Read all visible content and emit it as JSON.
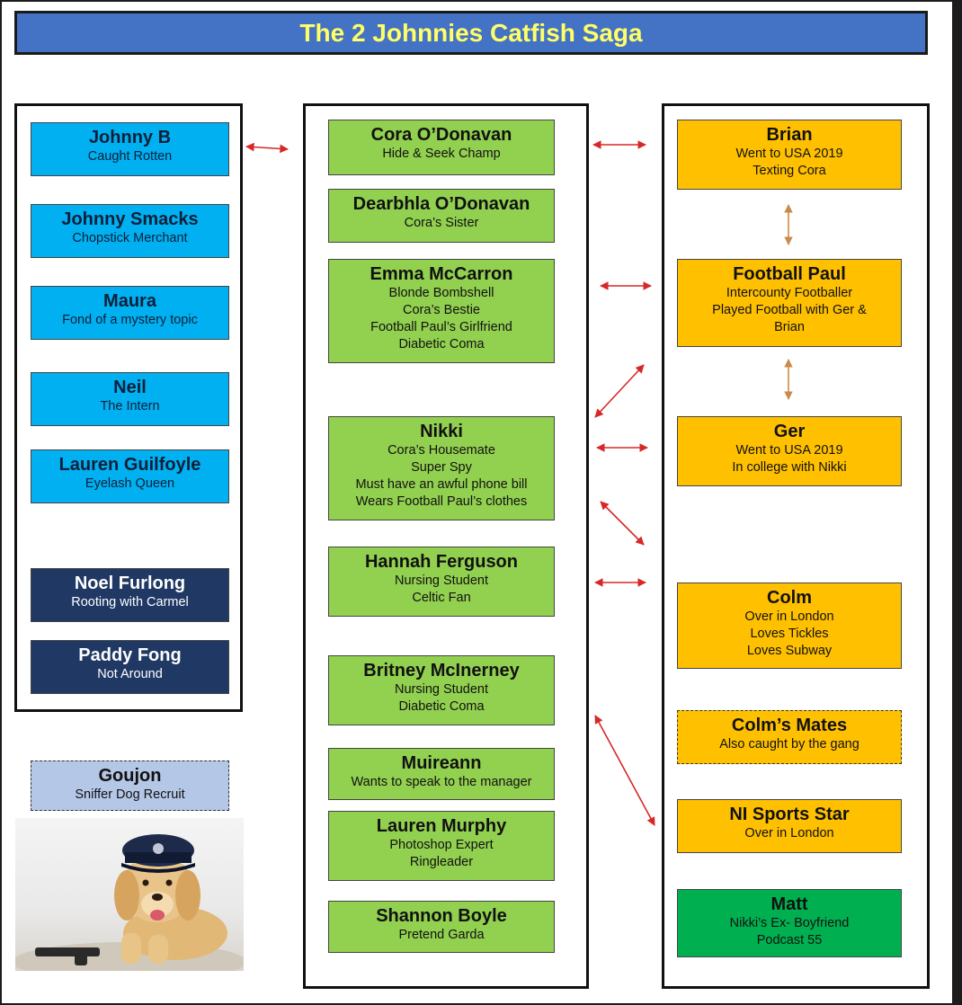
{
  "title": "The 2 Johnnies Catfish Saga",
  "left_boxes": [
    {
      "name": "Johnny B",
      "desc": [
        "Caught Rotten"
      ],
      "style": "blue"
    },
    {
      "name": "Johnny Smacks",
      "desc": [
        "Chopstick Merchant"
      ],
      "style": "blue"
    },
    {
      "name": "Maura",
      "desc": [
        "Fond of a mystery topic"
      ],
      "style": "blue"
    },
    {
      "name": "Neil",
      "desc": [
        "The Intern"
      ],
      "style": "blue"
    },
    {
      "name": "Lauren Guilfoyle",
      "desc": [
        "Eyelash Queen"
      ],
      "style": "blue"
    },
    {
      "name": "Noel Furlong",
      "desc": [
        "Rooting with Carmel"
      ],
      "style": "navy"
    },
    {
      "name": "Paddy Fong",
      "desc": [
        "Not Around"
      ],
      "style": "navy"
    }
  ],
  "goujon": {
    "name": "Goujon",
    "desc": [
      "Sniffer Dog Recruit"
    ]
  },
  "middle_boxes": [
    {
      "name": "Cora O’Donavan",
      "desc": [
        "Hide & Seek Champ"
      ]
    },
    {
      "name": "Dearbhla O’Donavan",
      "desc": [
        "Cora’s Sister"
      ]
    },
    {
      "name": "Emma McCarron",
      "desc": [
        "Blonde Bombshell",
        "Cora’s Bestie",
        "Football Paul’s Girlfriend",
        "Diabetic Coma"
      ]
    },
    {
      "name": "Nikki",
      "desc": [
        "Cora’s Housemate",
        "Super Spy",
        "Must have an awful phone bill",
        "Wears Football Paul’s clothes"
      ]
    },
    {
      "name": "Hannah Ferguson",
      "desc": [
        "Nursing Student",
        "Celtic Fan"
      ]
    },
    {
      "name": "Britney McInerney",
      "desc": [
        "Nursing Student",
        "Diabetic Coma"
      ]
    },
    {
      "name": "Muireann",
      "desc": [
        "Wants to speak to the manager"
      ]
    },
    {
      "name": "Lauren Murphy",
      "desc": [
        "Photoshop Expert",
        "Ringleader"
      ]
    },
    {
      "name": "Shannon Boyle",
      "desc": [
        "Pretend Garda"
      ]
    }
  ],
  "right_boxes": [
    {
      "name": "Brian",
      "desc": [
        "Went to USA 2019",
        "Texting Cora"
      ],
      "style": "gold"
    },
    {
      "name": "Football Paul",
      "desc": [
        "Intercounty Footballer",
        "Played Football with Ger &",
        "Brian"
      ],
      "style": "gold"
    },
    {
      "name": "Ger",
      "desc": [
        "Went to USA 2019",
        "In college with Nikki"
      ],
      "style": "gold"
    },
    {
      "name": "Colm",
      "desc": [
        "Over in London",
        "Loves Tickles",
        "Loves Subway"
      ],
      "style": "gold"
    },
    {
      "name": "Colm’s Mates",
      "desc": [
        "Also caught by the gang"
      ],
      "style": "gold-dashed"
    },
    {
      "name": "NI Sports Star",
      "desc": [
        "Over in London"
      ],
      "style": "gold"
    },
    {
      "name": "Matt",
      "desc": [
        "Nikki’s Ex- Boyfriend",
        "Podcast 55"
      ],
      "style": "dkgreen"
    }
  ],
  "colors": {
    "banner": "#4472c4",
    "banner_text": "#ffff66",
    "blue": "#00b0f0",
    "navy": "#1f3864",
    "green": "#92d050",
    "gold": "#ffc000",
    "dark_green": "#00b050",
    "pale_blue": "#b4c7e7",
    "arrow_red": "#d62828",
    "arrow_tan": "#c98a4b"
  }
}
